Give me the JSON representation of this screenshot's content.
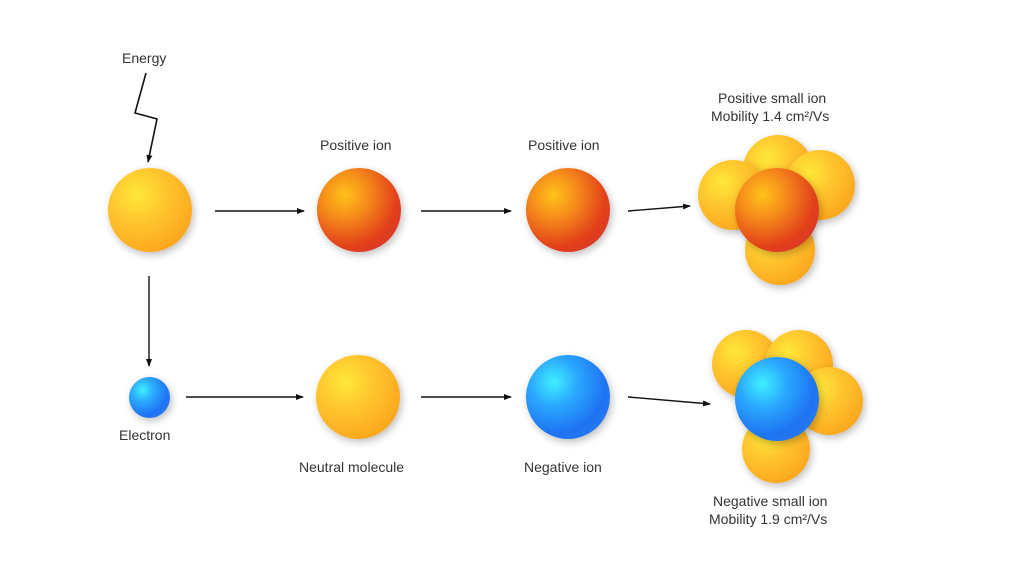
{
  "diagram": {
    "type": "ionization process",
    "labels": {
      "energy": "Energy",
      "electron": "Electron",
      "positive_ion_1": "Positive ion",
      "positive_ion_2": "Positive ion",
      "neutral_molecule": "Neutral molecule",
      "negative_ion": "Negative ion",
      "positive_small_ion_title": "Positive small ion",
      "positive_small_ion_mobility": "Mobility 1.4 cm²/Vs",
      "negative_small_ion_title": "Negative small ion",
      "negative_small_ion_mobility": "Mobility 1.9 cm²/Vs"
    },
    "colors": {
      "neutral": "#ffc62e",
      "positive": "#e2401a",
      "negative": "#1e73f2",
      "arrow": "#111111",
      "text": "#333333"
    },
    "nodes": [
      {
        "id": "molecule",
        "kind": "neutral"
      },
      {
        "id": "positive-ion-1",
        "kind": "positive"
      },
      {
        "id": "positive-ion-2",
        "kind": "positive"
      },
      {
        "id": "positive-small-ion",
        "kind": "cluster-positive"
      },
      {
        "id": "electron",
        "kind": "negative"
      },
      {
        "id": "neutral-molecule",
        "kind": "neutral"
      },
      {
        "id": "negative-ion",
        "kind": "negative"
      },
      {
        "id": "negative-small-ion",
        "kind": "cluster-negative"
      }
    ],
    "edges": [
      [
        "energy",
        "molecule"
      ],
      [
        "molecule",
        "positive-ion-1"
      ],
      [
        "positive-ion-1",
        "positive-ion-2"
      ],
      [
        "positive-ion-2",
        "positive-small-ion"
      ],
      [
        "molecule",
        "electron"
      ],
      [
        "electron",
        "neutral-molecule"
      ],
      [
        "neutral-molecule",
        "negative-ion"
      ],
      [
        "negative-ion",
        "negative-small-ion"
      ]
    ]
  }
}
